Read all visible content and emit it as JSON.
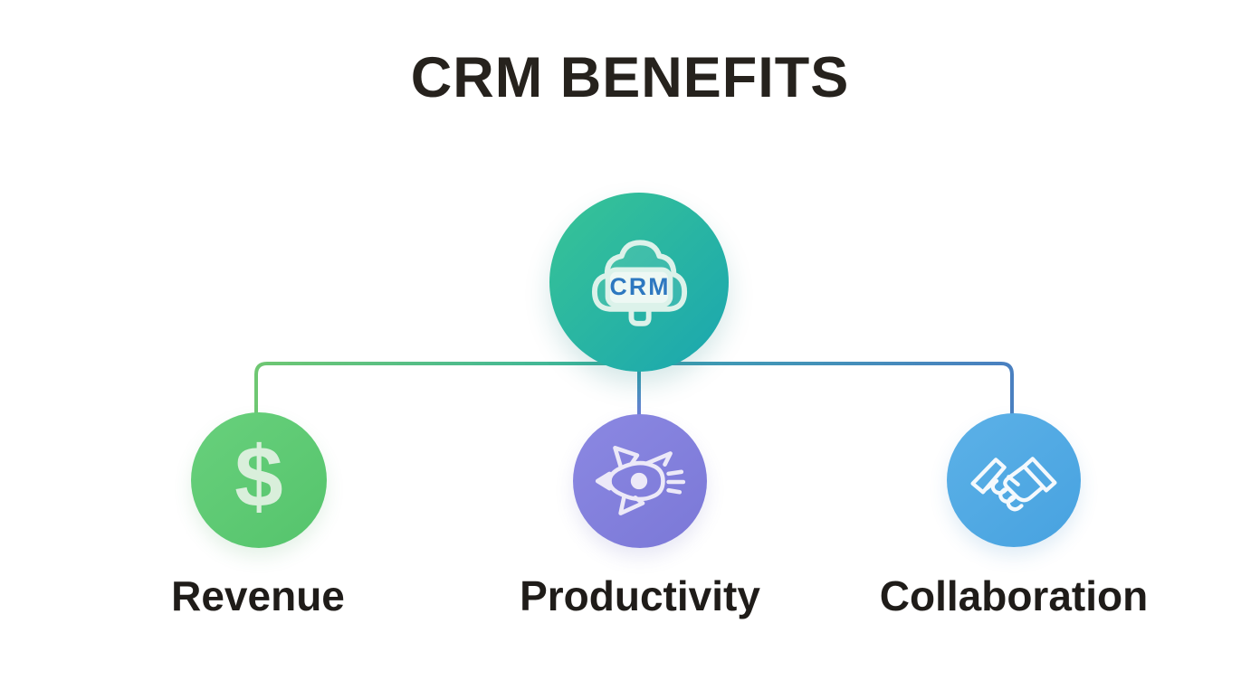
{
  "title": "CRM BENEFITS",
  "background_color": "#ffffff",
  "title_color": "#26221d",
  "label_color": "#1f1c19",
  "center_node": {
    "id": "crm",
    "label": "CRM",
    "icon": "crm-cloud-icon",
    "circle_gradient": [
      "#38c495",
      "#1aa6b0"
    ],
    "icon_stroke_color": "#dcf2ea",
    "label_text_color": "#2e78c0"
  },
  "benefit_nodes": [
    {
      "id": "revenue",
      "label": "Revenue",
      "icon": "dollar-sign-icon",
      "icon_glyph": "$",
      "circle_color": "#5ec973",
      "icon_color": "#d9efdb",
      "connector_color": "#6ec772"
    },
    {
      "id": "productivity",
      "label": "Productivity",
      "icon": "rocket-icon",
      "circle_color": "#8280dc",
      "icon_color": "#ece9f8",
      "connector_color_top": "#2f9fae",
      "connector_color_bottom": "#6b7ed5"
    },
    {
      "id": "collaboration",
      "label": "Collaboration",
      "icon": "handshake-icon",
      "circle_color": "#54ace4",
      "icon_color": "#f4f9fd",
      "connector_color": "#4a80c0"
    }
  ],
  "edges": [
    {
      "from": "crm",
      "to": "revenue"
    },
    {
      "from": "crm",
      "to": "productivity"
    },
    {
      "from": "crm",
      "to": "collaboration"
    }
  ]
}
